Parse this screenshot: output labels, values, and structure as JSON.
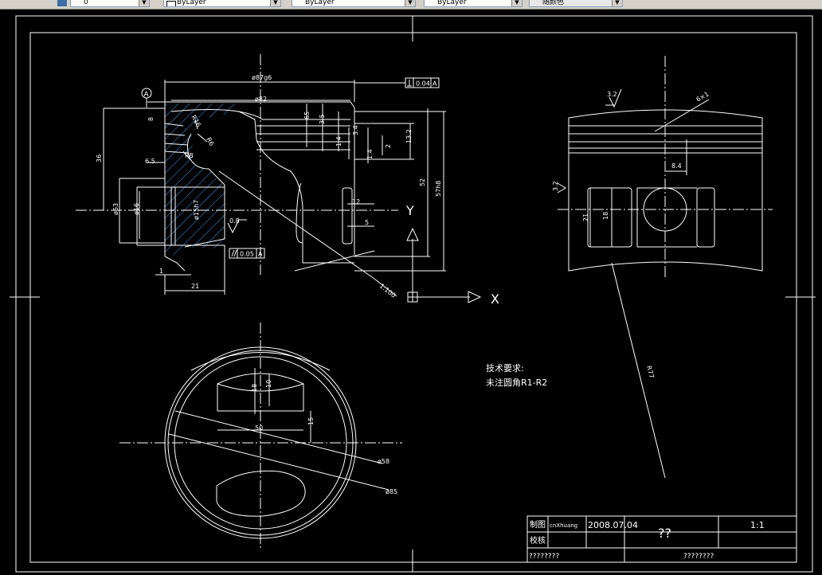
{
  "toolbar": {
    "layer_value": "0",
    "color_value": "ByLayer",
    "linetype_value": "ByLayer",
    "lineweight_value": "ByLayer",
    "plotstyle_value": "随颜色"
  },
  "dims": {
    "d_87g6": "ø87g6",
    "tol_perp_value": "0.04",
    "tol_datum": "A",
    "datum_a": "A",
    "d_82": "ø82",
    "r16": "R16",
    "r6": "R6",
    "r8": "R8",
    "v8": "8",
    "v36": "36",
    "v6_5": "6.5",
    "v65": "65",
    "v3_5": "3.5",
    "v3_4": "3.4",
    "v1_4a": "1.4",
    "v1_4b": "1.4",
    "v2": "2",
    "v13_2": "13.2",
    "v52": "52",
    "v57h8": "57h8",
    "d_63": "ø63",
    "d_16": "ø16",
    "d_15h7": "ø15h7",
    "ra_0_8": "0.8",
    "tol_par_value": "0.05",
    "tol_par_datum": "A",
    "v1": "1",
    "v21": "21",
    "taper": "1:100",
    "v12": "12",
    "v5": "5",
    "v3_2a": "3.2",
    "v3_2b": "3.2",
    "v6x1": "6×1",
    "v8_4": "8.4",
    "v21b": "21",
    "v18": "18",
    "r77": "R77",
    "v18b": "18",
    "v10": "10",
    "v15": "15",
    "v50": "50",
    "d_58": "ø58",
    "d_85": "ø85"
  },
  "ucs": {
    "x": "X",
    "y": "Y"
  },
  "tech": {
    "title": "技术要求:",
    "line1": "未注圆角R1-R2"
  },
  "title_block": {
    "draw_label": "制图",
    "check_label": "校核",
    "designer": "cnXhuang",
    "date": "2008.07.04",
    "name": "??",
    "scale": "1:1",
    "bottom_left": "????????",
    "bottom_mid": "????????"
  }
}
